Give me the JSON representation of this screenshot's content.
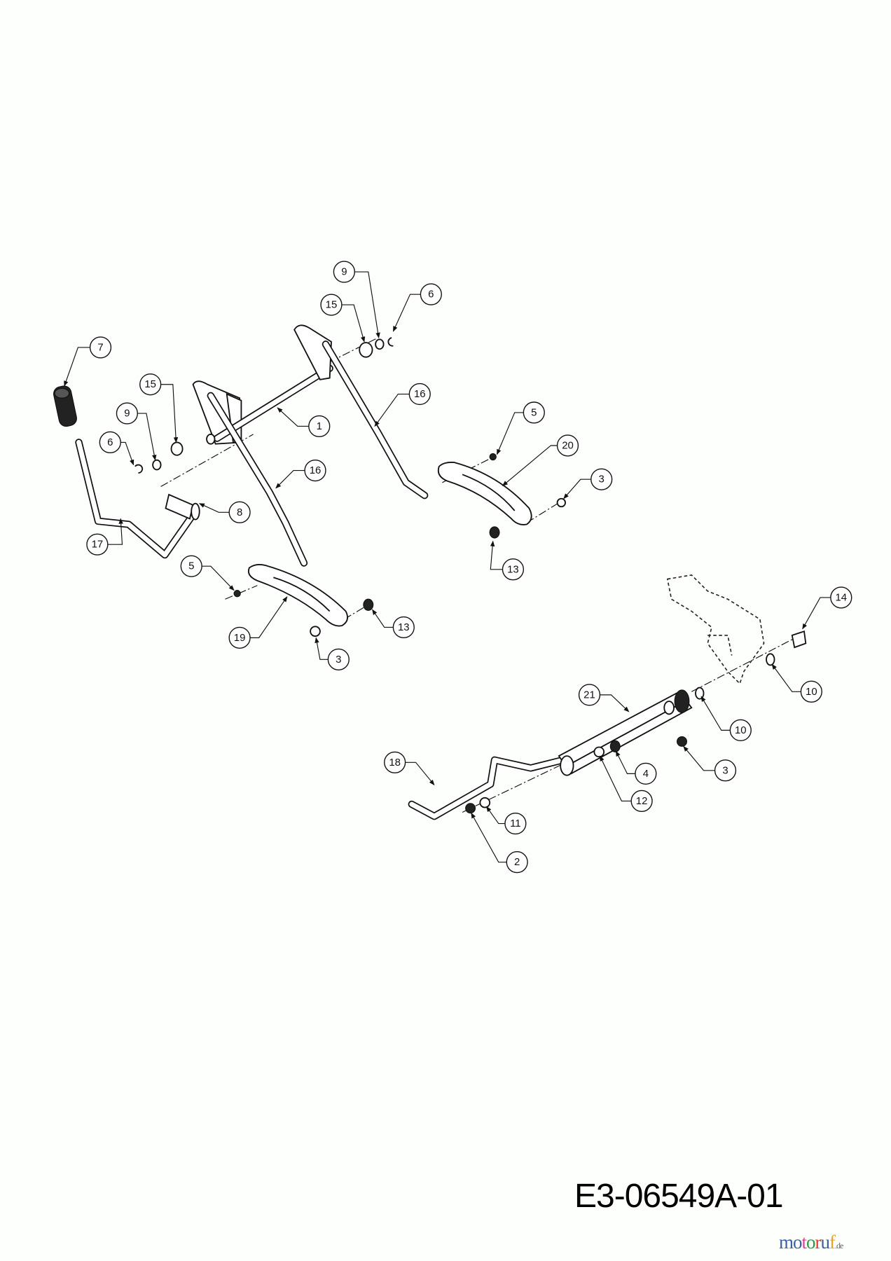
{
  "drawing_number": "E3-06549A-01",
  "logo": {
    "letters": [
      "m",
      "o",
      "t",
      "o",
      "r",
      "u",
      "f"
    ],
    "colors": [
      "#3b5ea8",
      "#3b5ea8",
      "#e23c8c",
      "#2a9a3a",
      "#e03a2a",
      "#3b5ea8",
      "#f0a020"
    ],
    "suffix": ".de"
  },
  "callouts": {
    "c7": "7",
    "c15a": "15",
    "c9a": "9",
    "c6a": "6",
    "c1": "1",
    "c16a": "16",
    "c8": "8",
    "c17": "17",
    "c5a": "5",
    "c19": "19",
    "c13a": "13",
    "c3a": "3",
    "c9b": "9",
    "c15b": "15",
    "c6b": "6",
    "c16b": "16",
    "c5b": "5",
    "c20": "20",
    "c3b": "3",
    "c13b": "13",
    "c14": "14",
    "c10a": "10",
    "c10b": "10",
    "c21": "21",
    "c3c": "3",
    "c4": "4",
    "c12": "12",
    "c18": "18",
    "c11": "11",
    "c2": "2"
  }
}
